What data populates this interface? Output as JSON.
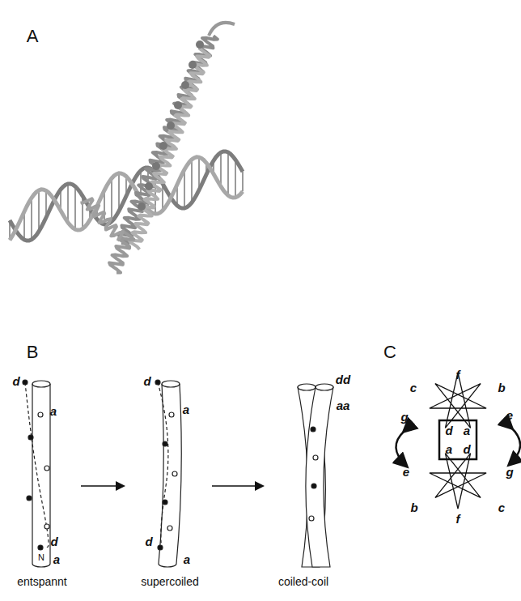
{
  "diagram": {
    "labels": [
      "A",
      "B",
      "C",
      "d",
      "a",
      "d",
      "a",
      "N",
      "d",
      "a",
      "d",
      "a",
      "dd",
      "aa",
      "entspannt",
      "supercoiled",
      "coiled-coil",
      "f",
      "c",
      "b",
      "g",
      "e",
      "d",
      "a",
      "a",
      "d",
      "e",
      "g",
      "b",
      "c",
      "f"
    ]
  }
}
